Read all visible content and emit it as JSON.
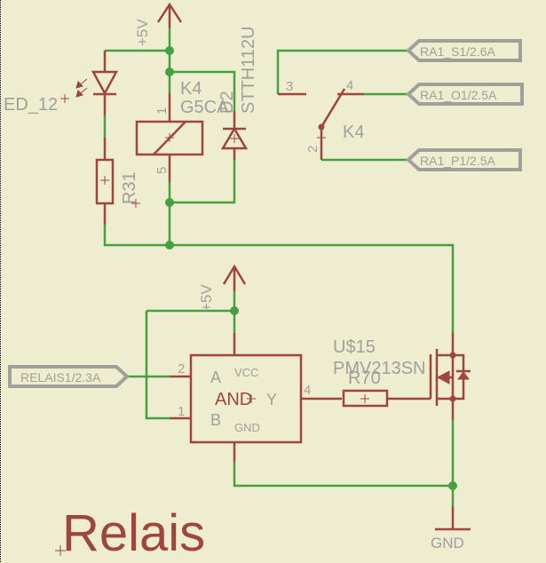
{
  "schematic": {
    "title": "Relais",
    "colors": {
      "background": "#EEEDD0",
      "wire": "#44A040",
      "symbol": "#A0453C",
      "label": "#A0A09A"
    },
    "supplies": [
      {
        "id": "supply-top",
        "label": "+5V"
      },
      {
        "id": "supply-mid",
        "label": "+5V"
      },
      {
        "id": "ground",
        "label": "GND"
      }
    ],
    "led": {
      "name": "ED_12"
    },
    "resistor_led": {
      "name": "R31"
    },
    "relay_coil": {
      "name": "K4",
      "value": "G5CA",
      "pin_top": "1",
      "pin_bottom": "5"
    },
    "diode": {
      "name": "D2",
      "value": "STTH112U"
    },
    "relay_switch": {
      "name": "K4",
      "pin_nc": "3",
      "pin_no": "4",
      "pin_common": "2"
    },
    "net_labels": [
      {
        "text": "RA1_S1/2.6A"
      },
      {
        "text": "RA1_O1/2.5A"
      },
      {
        "text": "RA1_P1/2.5A"
      },
      {
        "text": "RELAIS1/2.3A"
      }
    ],
    "and_gate": {
      "label": "AND",
      "pin_a": "A",
      "pin_b": "B",
      "pin_y": "Y",
      "vcc": "VCC",
      "gnd": "GND",
      "pin_num_a": "2",
      "pin_num_b": "1",
      "pin_num_y": "4"
    },
    "mosfet": {
      "name": "U$15",
      "value": "PMV213SN"
    },
    "gate_resistor": {
      "name": "R70"
    }
  }
}
